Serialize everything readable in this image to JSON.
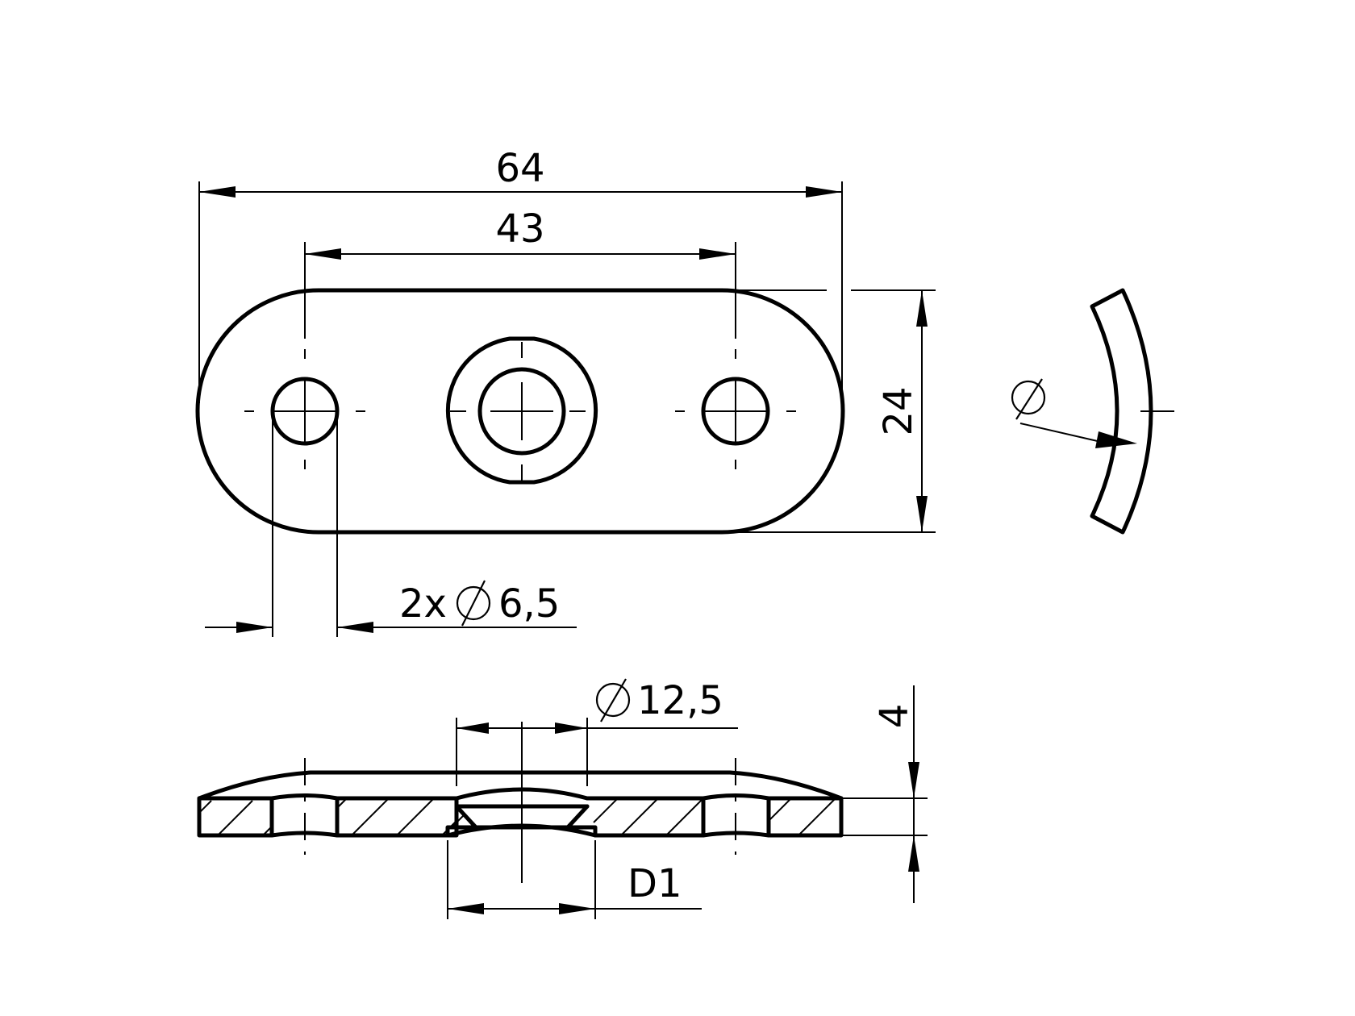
{
  "drawing": {
    "title": "Oval base plate with countersunk center hole – technical drawing",
    "views": [
      "top-view",
      "side-section-view",
      "curvature-detail"
    ],
    "colors": {
      "line": "#000000",
      "background": "#ffffff"
    }
  },
  "dimensions": {
    "overall_length": "64",
    "hole_spacing": "43",
    "width": "24",
    "side_holes": {
      "count_prefix": "2x",
      "symbol": "diameter",
      "value": "6,5"
    },
    "countersink": {
      "symbol": "diameter",
      "value": "12,5"
    },
    "thickness": "4",
    "bottom_diameter": "D1",
    "curvature": {
      "symbol": "diameter",
      "value": ""
    }
  }
}
